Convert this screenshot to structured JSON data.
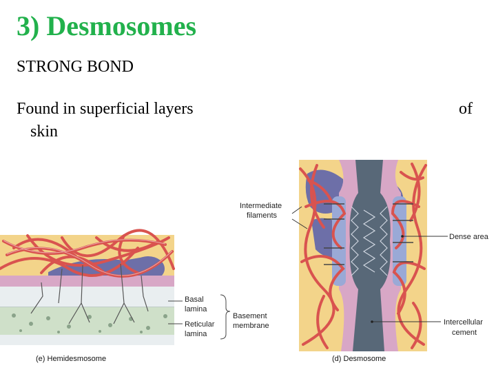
{
  "heading": {
    "title": "3) Desmosomes",
    "subtitle": "STRONG BOND",
    "body_line1": "Found in superficial layers",
    "body_line1_end": "of",
    "body_line2": "skin"
  },
  "figure_left": {
    "caption": "(e) Hemidesmosome",
    "labels": {
      "basal_1": "Basal",
      "basal_2": "lamina",
      "reticular_1": "Reticular",
      "reticular_2": "lamina",
      "basement_1": "Basement",
      "basement_2": "membrane"
    }
  },
  "figure_right": {
    "caption": "(d) Desmosome",
    "labels": {
      "intermediate_1": "Intermediate",
      "intermediate_2": "filaments",
      "dense": "Dense area",
      "intercellular_1": "Intercellular",
      "intercellular_2": "cement"
    }
  },
  "colors": {
    "title": "#22b14c",
    "cytoplasm": "#f3d48a",
    "filament": "#d9534f",
    "plaque": "#6d6fa8",
    "membrane_pink": "#d8a7c6",
    "cement_gray": "#586878",
    "lamina_green": "#cfe0c9"
  }
}
